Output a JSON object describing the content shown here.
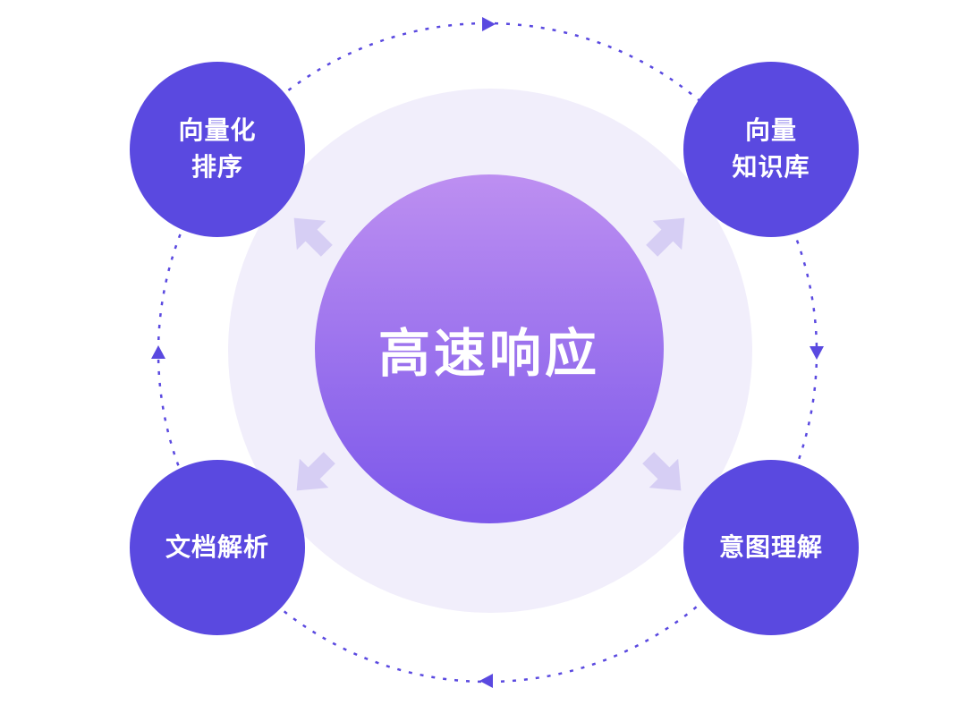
{
  "diagram": {
    "center": {
      "label": "高速响应"
    },
    "nodes": [
      {
        "id": "vectorized-ranking",
        "label": "向量化\n排序"
      },
      {
        "id": "vector-knowledge-base",
        "label": "向量\n知识库"
      },
      {
        "id": "document-parsing",
        "label": "文档解析"
      },
      {
        "id": "intent-understanding",
        "label": "意图理解"
      }
    ]
  },
  "colors": {
    "node_fill": "#5a49e0",
    "ring_stroke": "#5a49e0",
    "center_gradient_top": "#bd8ff1",
    "center_gradient_bottom": "#7b57ea",
    "halo": "#f1eefb",
    "arrow_light": "#d6cef4",
    "text": "#ffffff"
  }
}
